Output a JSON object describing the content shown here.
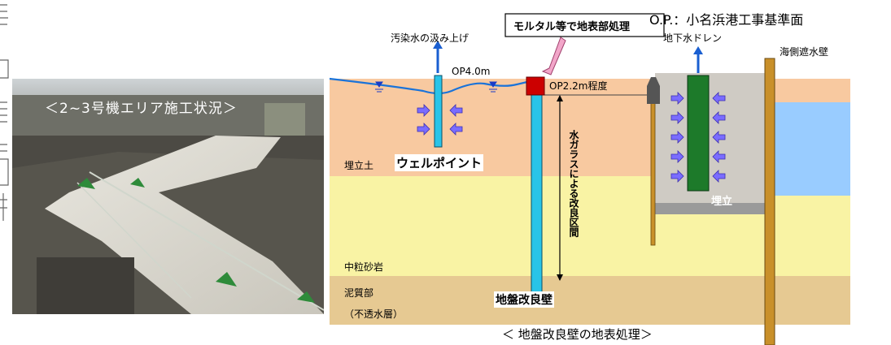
{
  "photo": {
    "caption": "＜2~3号機エリア施工状況＞"
  },
  "diagram": {
    "datum_label": "O.P.：小名浜港工事基準面",
    "surface_treatment_callout": "モルタル等で地表部処理",
    "pumping_label": "汚染水の汲み上げ",
    "op40_label": "OP4.0m",
    "op22_label": "OP2.2m程度",
    "drain_label": "地下水ドレン",
    "seawall_label": "海側遮水壁",
    "reclaimed_label": "埋立土",
    "wellpoint_label": "ウェルポイント",
    "improvement_zone_label": "水ガラスによる改良区間",
    "sandstone_label": "中粒砂岩",
    "mudstone_label": "泥質部",
    "impermeable_label": "（不透水層）",
    "wall_label": "地盤改良壁",
    "backfill_label": "埋立",
    "caption": "＜ 地盤改良壁の地表処理＞"
  },
  "colors": {
    "reclaimed_soil": "#f8c9a0",
    "sandstone": "#f9f3a4",
    "mudstone": "#e6c992",
    "sea": "#99ccff",
    "wall_cyan": "#29c4e8",
    "drain_green": "#1d7a2a",
    "arrow_blue": "#1a5fd1",
    "arrow_purple": "#7a6cff",
    "cap_red": "#cc0000",
    "callout_pink": "#f2a6c9",
    "seawall_pole": "#c9902a"
  }
}
